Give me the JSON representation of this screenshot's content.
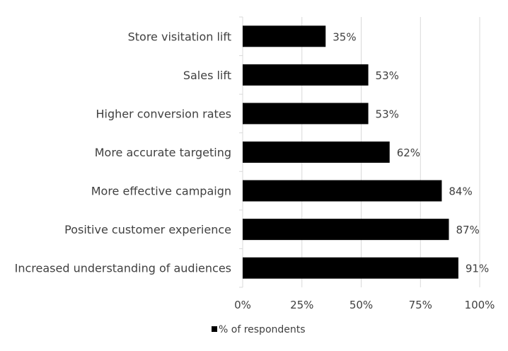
{
  "chart_data": {
    "type": "bar",
    "orientation": "horizontal",
    "categories": [
      "Store visitation lift",
      "Sales lift",
      "Higher conversion rates",
      "More accurate targeting",
      "More effective campaign",
      "Positive customer experience",
      "Increased understanding of audiences"
    ],
    "series": [
      {
        "name": "% of respondents",
        "values": [
          35,
          53,
          53,
          62,
          84,
          87,
          91
        ],
        "labels": [
          "35%",
          "53%",
          "53%",
          "62%",
          "84%",
          "87%",
          "91%"
        ],
        "color": "#000000"
      }
    ],
    "xlim": [
      0,
      100
    ],
    "xticks": [
      0,
      25,
      50,
      75,
      100
    ],
    "xtick_labels": [
      "0%",
      "25%",
      "50%",
      "75%",
      "100%"
    ],
    "grid": "vertical",
    "legend": {
      "position": "bottom",
      "label": "% of respondents"
    },
    "colors": {
      "bar": "#000000",
      "grid": "#d9d9d9",
      "text": "#404040"
    }
  }
}
